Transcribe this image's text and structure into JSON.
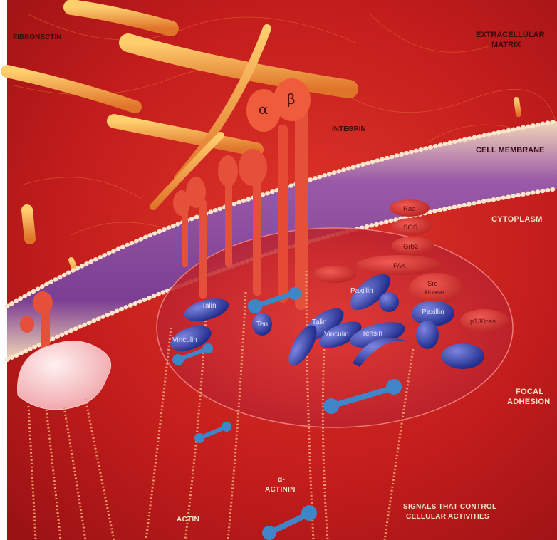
{
  "labels": {
    "fibronectin": "FIBRONECTIN",
    "extracellular_matrix_1": "EXTRACELLULAR",
    "extracellular_matrix_2": "MATRIX",
    "integrin": "INTEGRIN",
    "alpha": "α",
    "beta": "β",
    "cell_membrane": "CELL MEMBRANE",
    "cytoplasm": "CYTOPLASM",
    "focal_adhesion_1": "FOCAL",
    "focal_adhesion_2": "ADHESION",
    "alpha_actinin_1": "α-",
    "alpha_actinin_2": "ACTININ",
    "actin": "ACTIN",
    "signals_1": "SIGNALS THAT CONTROL",
    "signals_2": "CELLULAR ACTIVITIES"
  },
  "proteins": {
    "ras": "Ras",
    "sos": "SOS",
    "grb2": "Grb2",
    "fak": "FAK",
    "src_1": "Src",
    "src_2": "kinase",
    "p130": "p130cas",
    "paxillin": "Paxillin",
    "tensin": "Tensin",
    "vinculin_left": "Vinculin",
    "vinculin_center": "Vinculin",
    "talin_left": "Talin",
    "talin_center": "Talin",
    "paxillin_right": "Paxillin",
    "tensin_small": "Ten"
  },
  "colors": {
    "background": "#c81e1e",
    "membrane": "#8c4a9e",
    "protein_blue": "#3340a8",
    "kinase_red": "#d63a3a",
    "fiber_orange": "#f28a2e"
  }
}
